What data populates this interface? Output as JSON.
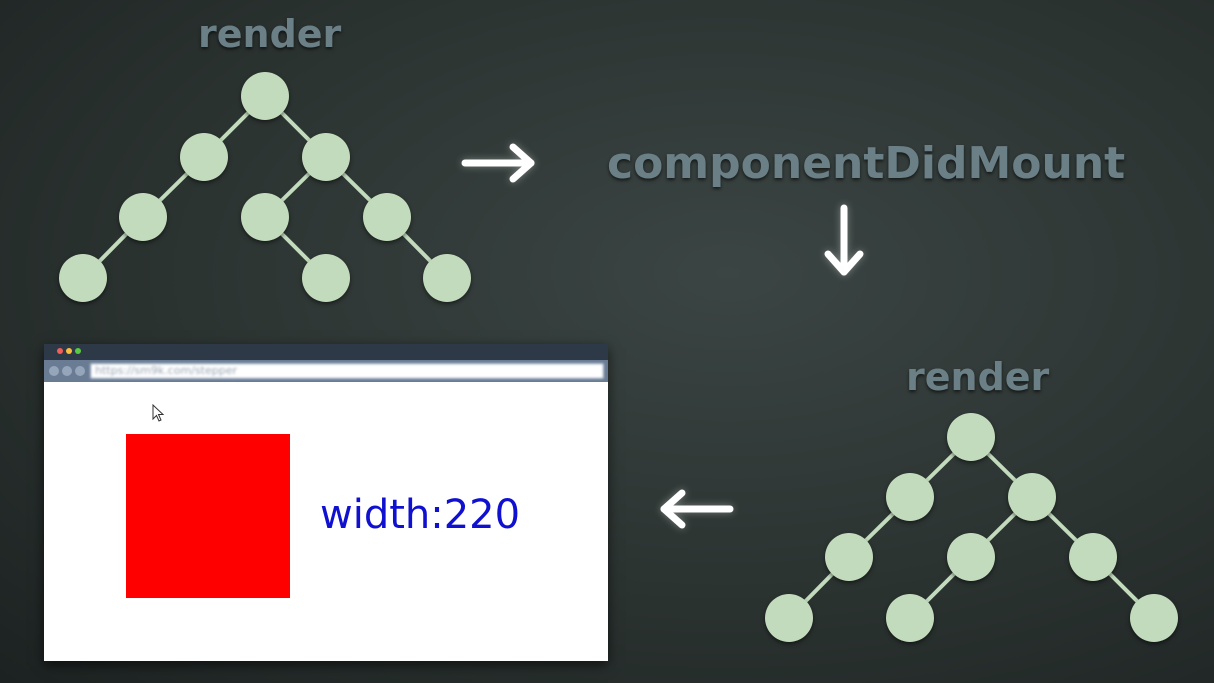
{
  "labels": {
    "render_top": "render",
    "did_mount": "componentDidMount",
    "render_bottom": "render"
  },
  "browser": {
    "url": "https://sm9k.com/stepper",
    "width_text": "width:220",
    "traffic_lights": [
      "#f25f58",
      "#fbbe3c",
      "#58cb42"
    ]
  },
  "colors": {
    "node": "#c2dbbd",
    "edge": "#c2dbbd",
    "label": "#6b7f86",
    "arrow": "#ffffff",
    "box": "#ff0000",
    "text": "#1010d0"
  }
}
